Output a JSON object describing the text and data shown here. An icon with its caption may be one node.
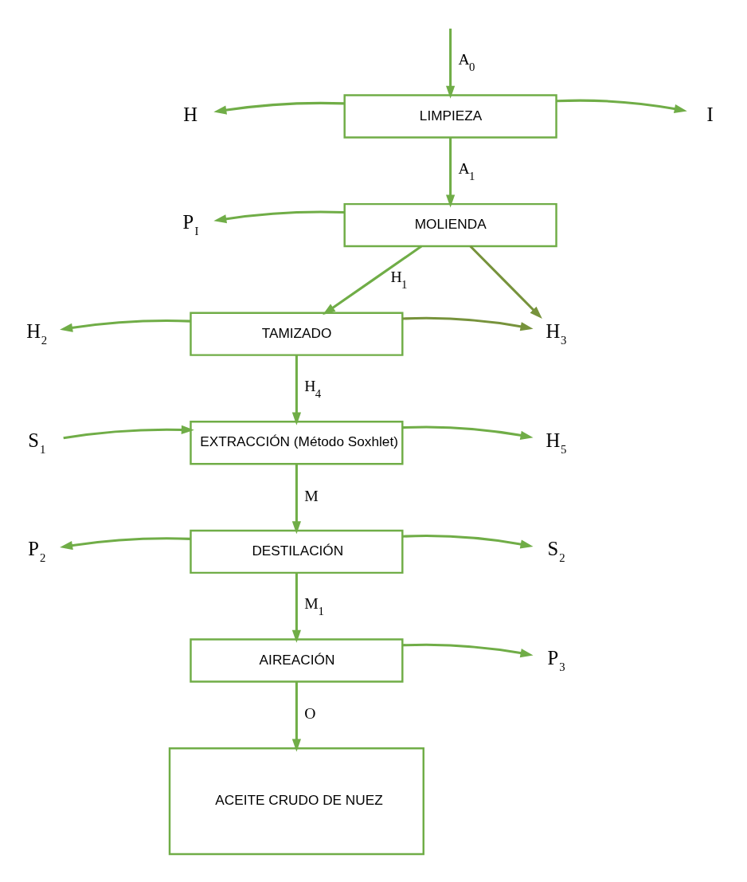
{
  "diagram": {
    "nodes": [
      {
        "text": [
          "LIMPIEZA"
        ]
      },
      {
        "text": [
          "MOLIENDA"
        ]
      },
      {
        "text": [
          "TAMIZADO"
        ]
      },
      {
        "text": [
          "EXTRACCIÓN (Método Soxhlet)"
        ]
      },
      {
        "text": [
          "DESTILACIÓN"
        ]
      },
      {
        "text": [
          "AIREACIÓN"
        ]
      },
      {
        "text": [
          "ACEITE CRUDO DE NUEZ"
        ]
      },
      {
        "text": [
          "H"
        ]
      },
      {
        "text": [
          "I"
        ]
      },
      {
        "text": [
          "P$_{I}$"
        ]
      },
      {
        "text": [
          "H$_{3}$"
        ]
      },
      {
        "text": [
          "H$_{2}$"
        ]
      },
      {
        "text": [
          "S$_{1}$"
        ]
      },
      {
        "text": [
          "H$_{5}$"
        ]
      },
      {
        "text": [
          "P$_{2}$"
        ]
      },
      {
        "text": [
          "S$_{2}$"
        ]
      },
      {
        "text": [
          "P$_{3}$"
        ]
      }
    ],
    "edges": [
      {
        "from": null,
        "to": 0,
        "arrow": "to",
        "label": "A$_{0}$"
      },
      {
        "from": 0,
        "to": 7,
        "arrow": "to"
      },
      {
        "from": 0,
        "to": 8,
        "arrow": "to"
      },
      {
        "from": 0,
        "to": 1,
        "arrow": "to",
        "label": "A$_{1}$"
      },
      {
        "from": 1,
        "to": 9,
        "arrow": "to"
      },
      {
        "from": 1,
        "to": 10,
        "arrow": "to",
        "color": "#77933c"
      },
      {
        "from": 1,
        "to": 2,
        "arrow": "to",
        "label": "H$_{1}$"
      },
      {
        "from": 2,
        "to": 11,
        "arrow": "to"
      },
      {
        "from": 2,
        "to": 10,
        "arrow": "to",
        "color": "#77933c"
      },
      {
        "from": 2,
        "to": 3,
        "arrow": "to",
        "label": "H$_{4}$"
      },
      {
        "from": 12,
        "to": 3,
        "arrow": "to"
      },
      {
        "from": 3,
        "to": 13,
        "arrow": "to"
      },
      {
        "from": 3,
        "to": 4,
        "arrow": "to",
        "label": "M"
      },
      {
        "from": 4,
        "to": 14,
        "arrow": "to"
      },
      {
        "from": 4,
        "to": 15,
        "arrow": "to"
      },
      {
        "from": 4,
        "to": 5,
        "arrow": "to",
        "label": "M$_{1}$"
      },
      {
        "from": 5,
        "to": 16,
        "arrow": "to"
      },
      {
        "from": 5,
        "to": 6,
        "arrow": "to",
        "label": "O"
      }
    ]
  }
}
